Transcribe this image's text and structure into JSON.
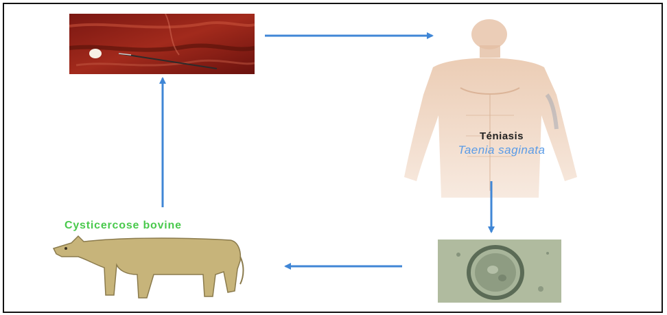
{
  "labels": {
    "teniasis": "Téniasis",
    "taenia": "Taenia saginata",
    "cisticercose": "Cysticercose bovine"
  },
  "colors": {
    "arrow": "#3f86d6",
    "label_green": "#49c94c",
    "label_blue": "#5a9be6"
  },
  "icons": [
    "raw-meat-image",
    "human-torso-image",
    "tapeworm-egg-image",
    "cow-image"
  ]
}
